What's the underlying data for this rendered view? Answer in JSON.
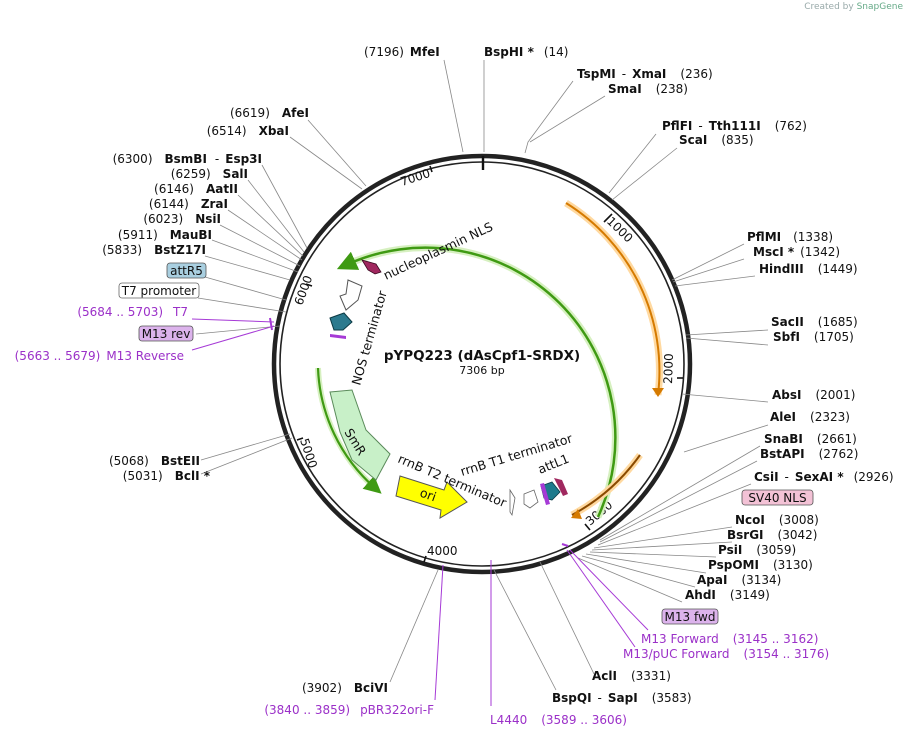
{
  "credit": {
    "prefix": "Created by",
    "brand": "SnapGene"
  },
  "plasmid": {
    "name": "pYPQ223 (dAsCpf1-SRDX)",
    "length": "7306 bp"
  },
  "ticks": [
    "1000",
    "2000",
    "3000",
    "4000",
    "5000",
    "6000",
    "7000"
  ],
  "sites": [
    {
      "pos": "(7196)",
      "name": "MfeI"
    },
    {
      "name": "BspHI *",
      "pos": "(14)"
    },
    {
      "name": "TspMI",
      "name2": "XmaI",
      "pos": "(236)"
    },
    {
      "name": "SmaI",
      "pos": "(238)"
    },
    {
      "name": "PflFI",
      "name2": "Tth111I",
      "pos": "(762)"
    },
    {
      "name": "ScaI",
      "pos": "(835)"
    },
    {
      "name": "PflMI",
      "pos": "(1338)"
    },
    {
      "name": "MscI *",
      "pos": "(1342)"
    },
    {
      "name": "HindIII",
      "pos": "(1449)"
    },
    {
      "name": "SacII",
      "pos": "(1685)"
    },
    {
      "name": "SbfI",
      "pos": "(1705)"
    },
    {
      "name": "AbsI",
      "pos": "(2001)"
    },
    {
      "name": "AleI",
      "pos": "(2323)"
    },
    {
      "name": "SnaBI",
      "pos": "(2661)"
    },
    {
      "name": "BstAPI",
      "pos": "(2762)"
    },
    {
      "name": "CsiI",
      "name2": "SexAI *",
      "pos": "(2926)"
    },
    {
      "name": "NcoI",
      "pos": "(3008)"
    },
    {
      "name": "BsrGI",
      "pos": "(3042)"
    },
    {
      "name": "PsiI",
      "pos": "(3059)"
    },
    {
      "name": "PspOMI",
      "pos": "(3130)"
    },
    {
      "name": "ApaI",
      "pos": "(3134)"
    },
    {
      "name": "AhdI",
      "pos": "(3149)"
    },
    {
      "name": "AclI",
      "pos": "(3331)"
    },
    {
      "name": "BspQI",
      "name2": "SapI",
      "pos": "(3583)"
    },
    {
      "pos": "(3902)",
      "name": "BciVI"
    },
    {
      "pos": "(5068)",
      "name": "BstEII"
    },
    {
      "pos": "(5031)",
      "name": "BclI *"
    },
    {
      "pos": "(6619)",
      "name": "AfeI"
    },
    {
      "pos": "(6514)",
      "name": "XbaI"
    },
    {
      "pos": "(6300)",
      "name": "BsmBI",
      "name2": "Esp3I"
    },
    {
      "pos": "(6259)",
      "name": "SalI"
    },
    {
      "pos": "(6146)",
      "name": "AatII"
    },
    {
      "pos": "(6144)",
      "name": "ZraI"
    },
    {
      "pos": "(6023)",
      "name": "NsiI"
    },
    {
      "pos": "(5911)",
      "name": "MauBI"
    },
    {
      "pos": "(5833)",
      "name": "BstZ17I"
    }
  ],
  "boxed_features": [
    {
      "label": "attR5",
      "color": "#a9cfe0"
    },
    {
      "label": "T7 promoter",
      "color": "#ffffff"
    },
    {
      "label": "M13 rev",
      "color": "#dcb3ec"
    },
    {
      "label": "SV40 NLS",
      "color": "#f3c2d6"
    },
    {
      "label": "M13 fwd",
      "color": "#dcb3ec"
    }
  ],
  "primers": [
    {
      "pos": "(5684 .. 5703)",
      "name": "T7"
    },
    {
      "pos": "(5663 .. 5679)",
      "name": "M13 Reverse"
    },
    {
      "name": "M13 Forward",
      "pos": "(3145 .. 3162)"
    },
    {
      "name": "M13/pUC Forward",
      "pos": "(3154 .. 3176)"
    },
    {
      "pos": "(3840 .. 3859)",
      "name": "pBR322ori-F"
    },
    {
      "name": "L4440",
      "pos": "(3589 .. 3606)"
    }
  ],
  "inner_features": [
    {
      "label": "nucleoplasmin NLS"
    },
    {
      "label": "NOS terminator"
    },
    {
      "label": "SmR"
    },
    {
      "label": "ori"
    },
    {
      "label": "rrnB T2 terminator"
    },
    {
      "label": "rrnB T1 terminator"
    },
    {
      "label": "attL1"
    }
  ],
  "colors": {
    "backbone": "#222222",
    "green_arrow": "#3f9a13",
    "orange_arrow": "#d57a00",
    "smr_fill": "#c8f0c8",
    "ori_fill": "#ffff00",
    "attl1_fill": "#1d7a8c",
    "nls_fill": "#a0285f",
    "primer": "#a63ad6"
  }
}
